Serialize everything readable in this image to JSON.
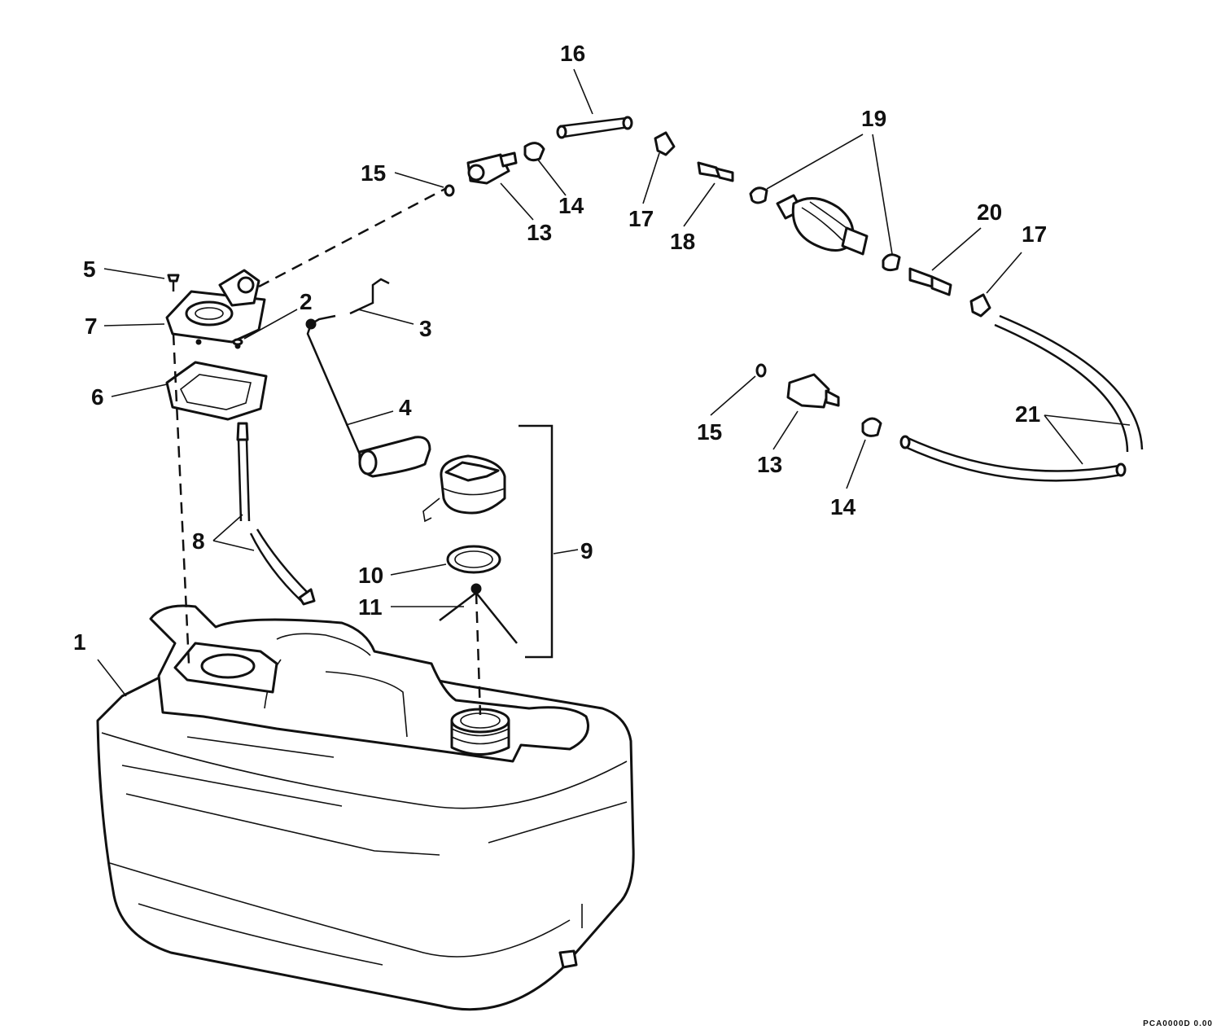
{
  "callouts": {
    "c1": "1",
    "c2": "2",
    "c3": "3",
    "c4": "4",
    "c5": "5",
    "c6": "6",
    "c7": "7",
    "c8": "8",
    "c9": "9",
    "c10": "10",
    "c11": "11",
    "c13a": "13",
    "c13b": "13",
    "c14a": "14",
    "c14b": "14",
    "c15a": "15",
    "c15b": "15",
    "c16": "16",
    "c17a": "17",
    "c17b": "17",
    "c18": "18",
    "c19": "19",
    "c20": "20",
    "c21": "21"
  },
  "corner_code": "PCA0000D 0.00"
}
